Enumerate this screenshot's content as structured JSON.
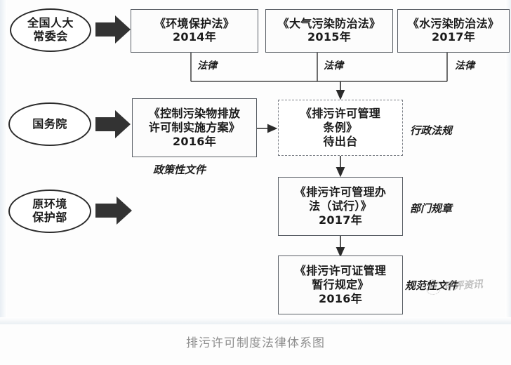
{
  "caption": "排污许可制度法律体系图",
  "colors": {
    "box_border": "#5a5f66",
    "dashed_border": "#7b7f86",
    "ellipse_border": "#2b2b2b",
    "text": "#1a1a1a",
    "caption_text": "#8e8e8e",
    "arrow_block": "#333333",
    "line": "#4a4a4a"
  },
  "authorities": [
    {
      "id": "npc",
      "label": "全国人大\n常委会",
      "line1": "全国人大",
      "line2": "常委会"
    },
    {
      "id": "state-council",
      "label": "国务院",
      "line1": "国务院",
      "line2": ""
    },
    {
      "id": "mep",
      "label": "原环境保护部",
      "line1": "原环境",
      "line2": "保护部"
    }
  ],
  "laws": [
    {
      "id": "law-epl",
      "title": "《环境保护法》",
      "year": "2014年",
      "category": "法律"
    },
    {
      "id": "law-air",
      "title": "《大气污染防治法》",
      "year": "2015年",
      "category": "法律"
    },
    {
      "id": "law-water",
      "title": "《水污染防治法》",
      "year": "2017年",
      "category": "法律"
    }
  ],
  "policy_doc": {
    "id": "policy-plan",
    "line1": "《控制污染物排放",
    "line2": "许可制实施方案》",
    "year": "2016年",
    "category": "政策性文件"
  },
  "regulations": [
    {
      "id": "reg-ordinance",
      "line1": "《排污许可管理",
      "line2": "条例》",
      "status": "待出台",
      "category": "行政法规",
      "style": "dashed"
    },
    {
      "id": "reg-measures",
      "line1": "《排污许可管理办",
      "line2": "法（试行）》",
      "year": "2017年",
      "category": "部门规章",
      "style": "solid"
    },
    {
      "id": "reg-interim",
      "line1": "《排污许可证管理",
      "line2": "暂行规定》",
      "year": "2016年",
      "category": "规范性文件",
      "style": "solid"
    }
  ],
  "watermark": {
    "text": "环评资讯",
    "logo": "panda-circle-logo"
  }
}
